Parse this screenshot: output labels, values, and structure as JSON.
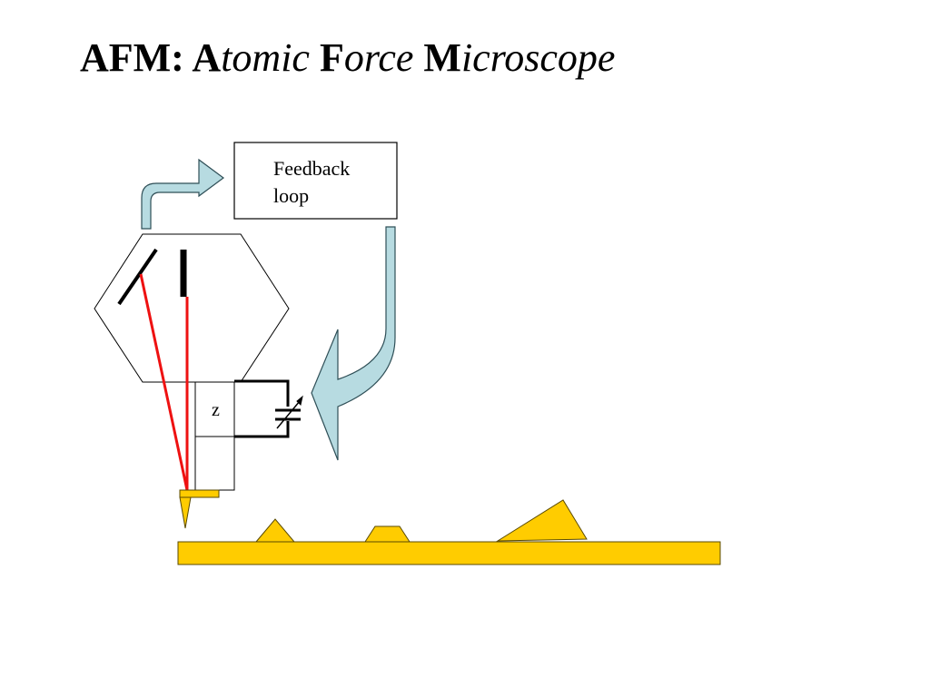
{
  "title": {
    "prefix": "AFM:",
    "letters": [
      "A",
      "F",
      "M"
    ],
    "rest": [
      "tomic",
      "orce",
      "icroscope"
    ]
  },
  "diagram": {
    "feedback_box": {
      "line1": "Feedback",
      "line2": "loop"
    },
    "z_label": "z"
  },
  "colors": {
    "laser": "#ee1111",
    "arrow_fill": "#b7dbe1",
    "sample": "#ffcc00",
    "outline": "#000000",
    "background": "#ffffff"
  }
}
